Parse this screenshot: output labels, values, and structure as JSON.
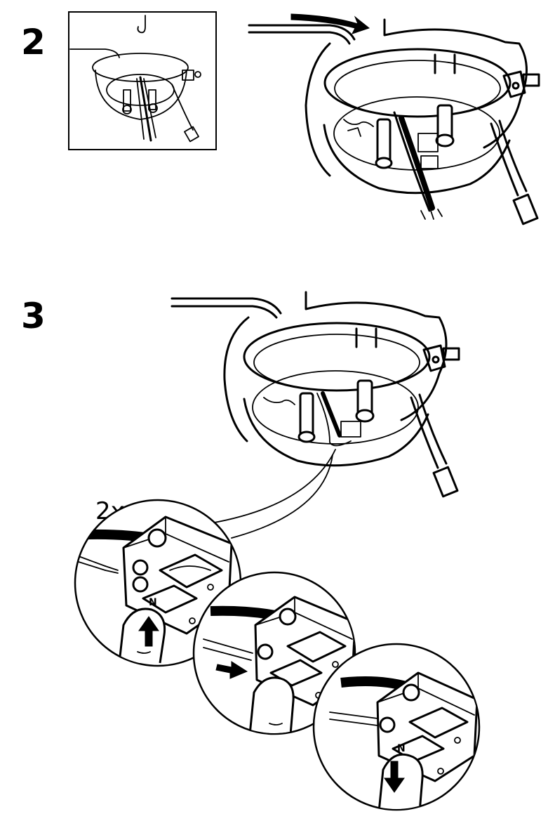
{
  "steps": [
    {
      "number": "2"
    },
    {
      "number": "3"
    }
  ],
  "step3": {
    "quantity_label": "2x"
  },
  "icons": {
    "arrow_into": "right-arrow-icon",
    "arrow_up": "up-arrow-icon",
    "arrow_down": "down-arrow-icon",
    "terminal_mark": "N"
  },
  "colors": {
    "line": "#000000",
    "background": "#ffffff"
  }
}
